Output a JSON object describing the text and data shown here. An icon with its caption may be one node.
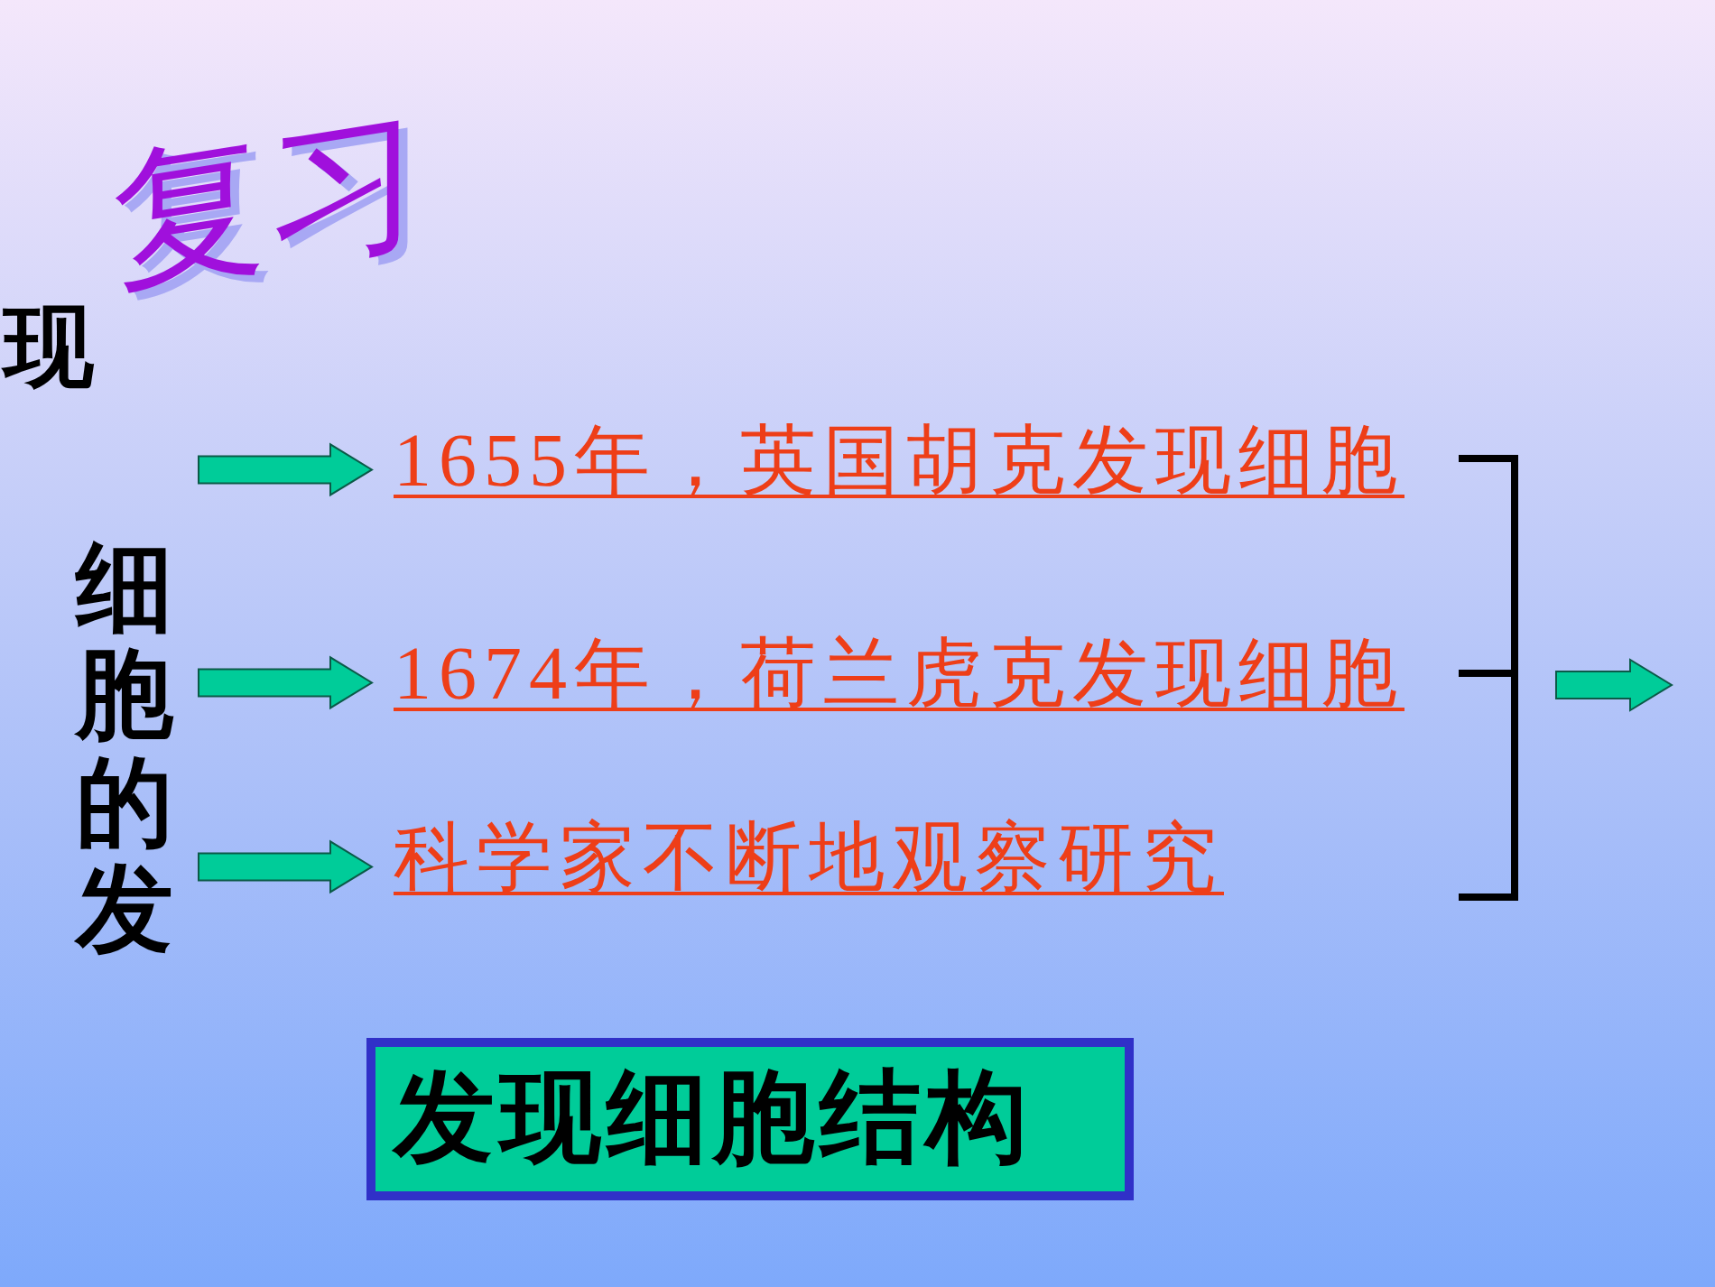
{
  "diagram": {
    "title": "复习",
    "nodes": [
      {
        "text": [
          "1655年，英国胡克发现细胞"
        ]
      },
      {
        "text": [
          "1674年，荷兰虎克发现细胞"
        ]
      },
      {
        "text": [
          "科学家不断地观察研究"
        ]
      },
      {
        "text": [
          "发现细胞结构"
        ]
      }
    ],
    "edges": [
      {
        "from": null,
        "to": 0,
        "arrow": "to"
      },
      {
        "from": null,
        "to": 1,
        "arrow": "to"
      },
      {
        "from": null,
        "to": 2,
        "arrow": "to"
      }
    ],
    "labels": [
      "现",
      "细胞的发"
    ]
  }
}
